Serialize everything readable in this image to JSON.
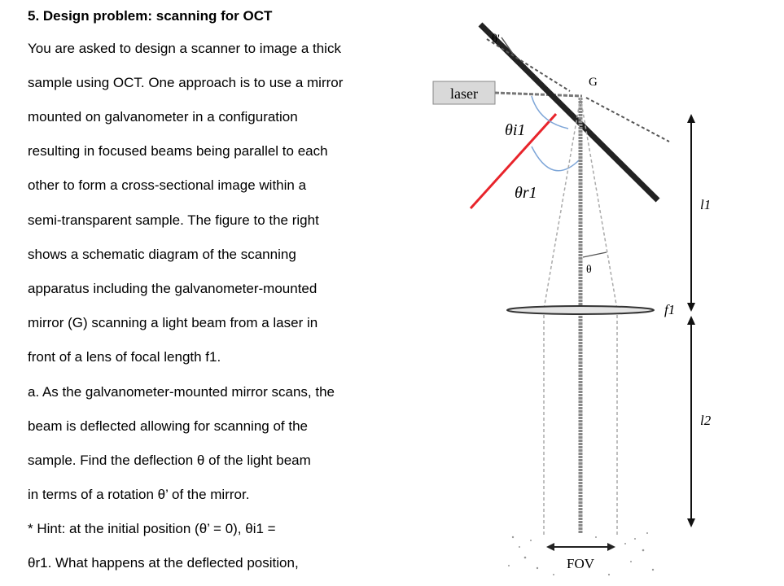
{
  "document": {
    "heading": "5. Design problem: scanning for OCT",
    "lines": [
      "You are asked to design a scanner to image a thick",
      "sample using OCT. One approach is to use a mirror",
      "mounted on galvanometer in a configuration",
      "resulting in focused beams being parallel to each",
      "other to form a cross-sectional image within a",
      "semi-transparent sample. The figure to the right",
      "shows a schematic diagram of the scanning",
      "apparatus including the galvanometer-mounted",
      "mirror (G) scanning a light beam from a laser in",
      "front of a lens of focal length f1.",
      "a. As the galvanometer-mounted mirror scans, the",
      "beam is deflected allowing for scanning of the",
      "sample. Find the deflection θ of the light beam",
      "in terms of a rotation θ’ of the mirror.",
      "* Hint: at the initial position (θ’ = 0), θi1 =",
      "θr1. What happens at the deflected position,"
    ]
  },
  "figure": {
    "labels": {
      "theta_prime": "θ'",
      "laser": "laser",
      "mirror": "G",
      "theta_i1": "θi1",
      "theta_r1": "θr1",
      "theta": "θ",
      "f1": "f1",
      "l1": "l1",
      "l2": "l2",
      "fov": "FOV"
    },
    "colors": {
      "rotated_mirror": "#e8242b"
    }
  }
}
